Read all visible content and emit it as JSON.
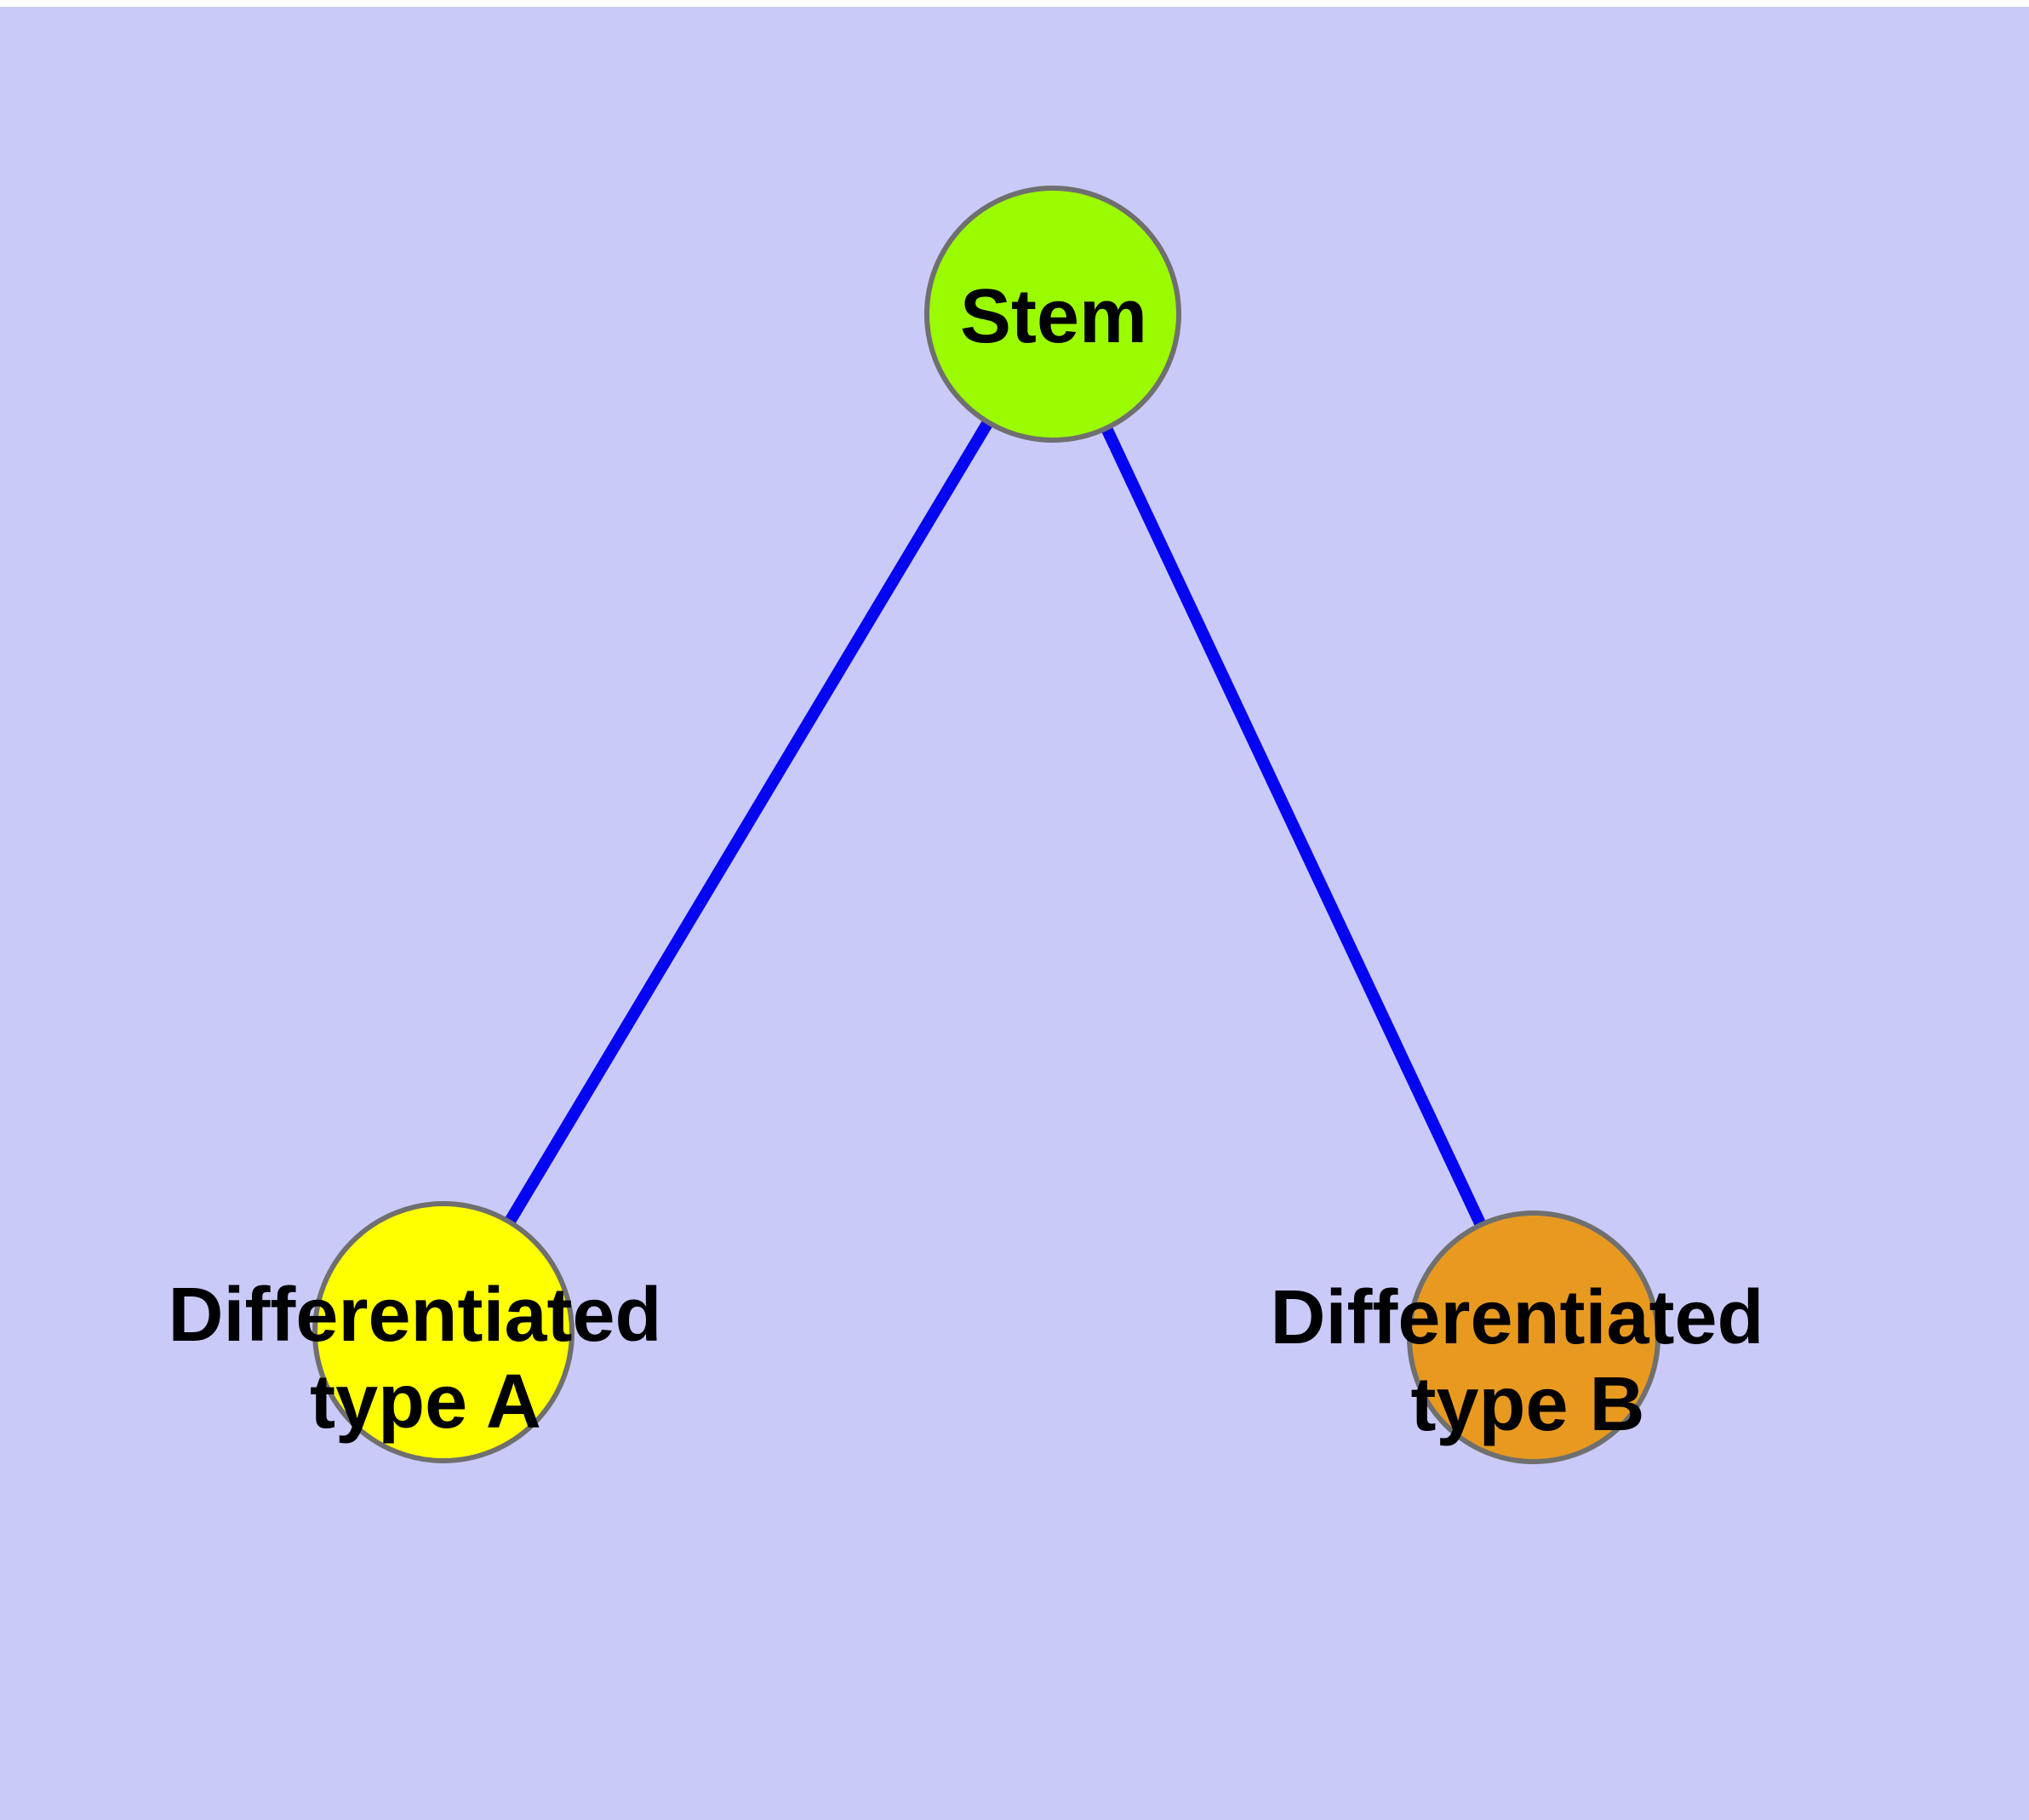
{
  "diagram": {
    "type": "node-link-graph",
    "background_color": "#CACAF9",
    "margin_color": "#FFFFFF",
    "edge_color": "#0505F2",
    "node_border_color": "#6F6F6F",
    "label_color": "#000000",
    "nodes": [
      {
        "id": "stem",
        "label": "Stem",
        "fill": "#9BFB00"
      },
      {
        "id": "differentiated-type-a",
        "label": "Differentiated type A",
        "line1": "Differentiated",
        "line2": "type A",
        "fill": "#FFFF00"
      },
      {
        "id": "differentiated-type-b",
        "label": "Differentiated type B",
        "line1": "Differentiated",
        "line2": "type B",
        "fill": "#E89A20"
      }
    ],
    "edges": [
      {
        "from": "Stem",
        "to": "Differentiated type A"
      },
      {
        "from": "Stem",
        "to": "Differentiated type B"
      }
    ]
  }
}
